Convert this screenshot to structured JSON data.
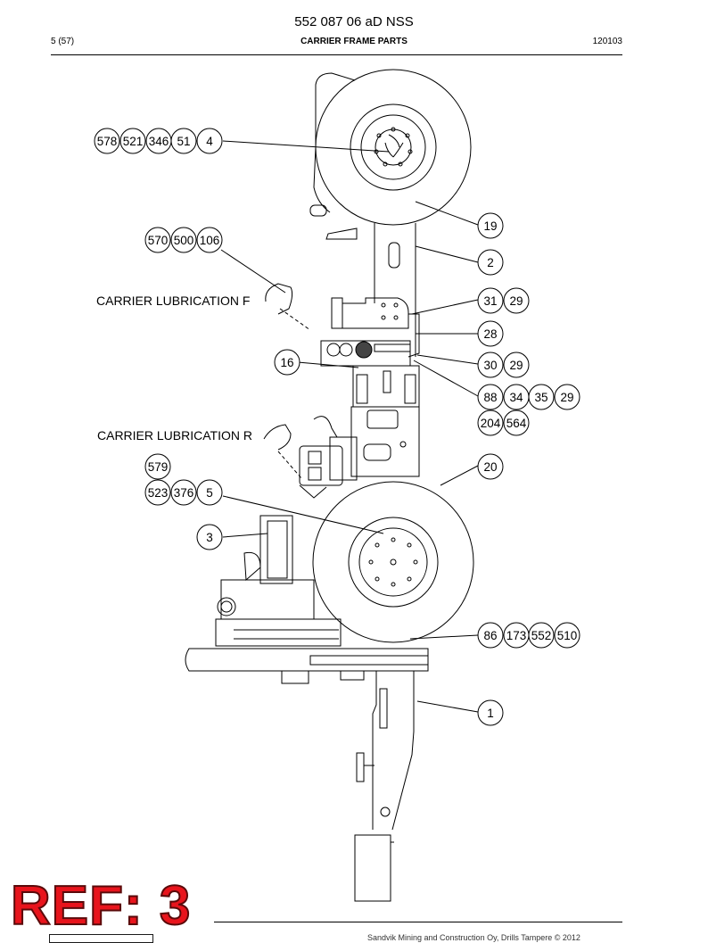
{
  "header": {
    "doc_title": "552 087 06 aD NSS",
    "page": "5 (57)",
    "section": "CARRIER FRAME PARTS",
    "code": "120103"
  },
  "callouts": [
    {
      "id": "578",
      "name": "callout-578"
    },
    {
      "id": "521",
      "name": "callout-521"
    },
    {
      "id": "346",
      "name": "callout-346"
    },
    {
      "id": "51",
      "name": "callout-51"
    },
    {
      "id": "4",
      "name": "callout-4"
    },
    {
      "id": "19",
      "name": "callout-19"
    },
    {
      "id": "570",
      "name": "callout-570"
    },
    {
      "id": "500",
      "name": "callout-500"
    },
    {
      "id": "106",
      "name": "callout-106"
    },
    {
      "id": "2",
      "name": "callout-2"
    },
    {
      "id": "31",
      "name": "callout-31"
    },
    {
      "id": "29",
      "name": "callout-29-a"
    },
    {
      "id": "28",
      "name": "callout-28"
    },
    {
      "id": "16",
      "name": "callout-16"
    },
    {
      "id": "30",
      "name": "callout-30"
    },
    {
      "id": "29",
      "name": "callout-29-b"
    },
    {
      "id": "88",
      "name": "callout-88"
    },
    {
      "id": "34",
      "name": "callout-34"
    },
    {
      "id": "35",
      "name": "callout-35"
    },
    {
      "id": "29",
      "name": "callout-29-c"
    },
    {
      "id": "204",
      "name": "callout-204"
    },
    {
      "id": "564",
      "name": "callout-564"
    },
    {
      "id": "579",
      "name": "callout-579"
    },
    {
      "id": "20",
      "name": "callout-20"
    },
    {
      "id": "523",
      "name": "callout-523"
    },
    {
      "id": "376",
      "name": "callout-376"
    },
    {
      "id": "5",
      "name": "callout-5"
    },
    {
      "id": "3",
      "name": "callout-3"
    },
    {
      "id": "86",
      "name": "callout-86"
    },
    {
      "id": "173",
      "name": "callout-173"
    },
    {
      "id": "552",
      "name": "callout-552"
    },
    {
      "id": "510",
      "name": "callout-510"
    },
    {
      "id": "1",
      "name": "callout-1"
    }
  ],
  "notes": {
    "lubrication_front": "CARRIER LUBRICATION F",
    "lubrication_rear": "CARRIER LUBRICATION R"
  },
  "ref_stamp": "REF: 3",
  "footer": {
    "copyright": "Sandvik Mining and Construction Oy, Drills Tampere © 2012"
  },
  "colors": {
    "ref_stamp": "#e8141c",
    "line_art": "#000000"
  }
}
